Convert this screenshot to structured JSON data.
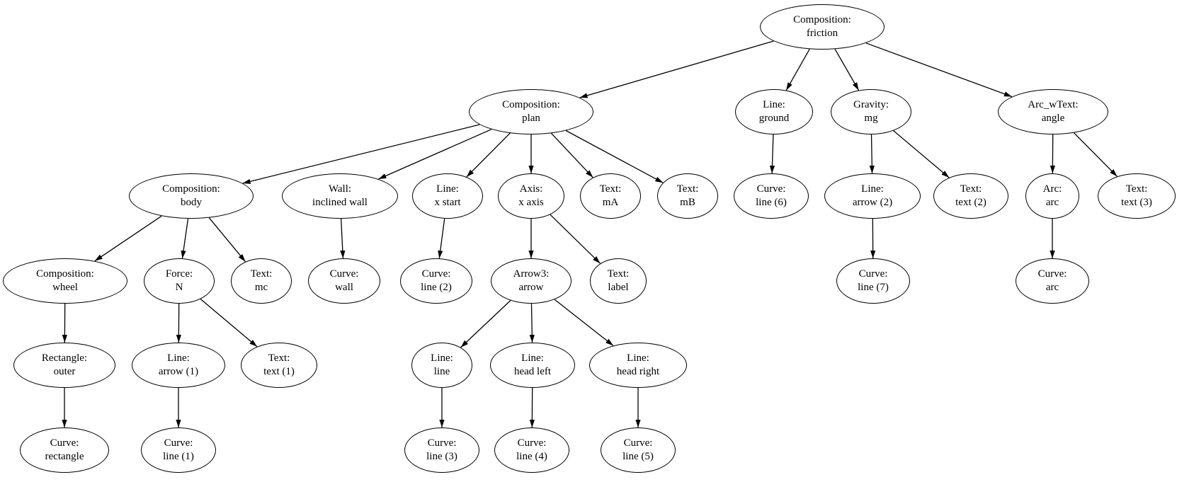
{
  "diagram": {
    "type": "tree-graph",
    "background_color": "#ffffff",
    "node_stroke_color": "#000000",
    "edge_color": "#000000",
    "text_color": "#000000",
    "nodes": {
      "composition_friction": {
        "line1": "Composition:",
        "line2": "friction"
      },
      "composition_plan": {
        "line1": "Composition:",
        "line2": "plan"
      },
      "line_ground": {
        "line1": "Line:",
        "line2": "ground"
      },
      "gravity_mg": {
        "line1": "Gravity:",
        "line2": "mg"
      },
      "arc_wtext_angle": {
        "line1": "Arc_wText:",
        "line2": "angle"
      },
      "composition_body": {
        "line1": "Composition:",
        "line2": "body"
      },
      "wall_inclined_wall": {
        "line1": "Wall:",
        "line2": "inclined wall"
      },
      "line_x_start": {
        "line1": "Line:",
        "line2": "x start"
      },
      "axis_x_axis": {
        "line1": "Axis:",
        "line2": "x axis"
      },
      "text_ma": {
        "line1": "Text:",
        "line2": "mA"
      },
      "text_mb": {
        "line1": "Text:",
        "line2": "mB"
      },
      "curve_line_6": {
        "line1": "Curve:",
        "line2": "line (6)"
      },
      "line_arrow_2": {
        "line1": "Line:",
        "line2": "arrow (2)"
      },
      "text_text_2": {
        "line1": "Text:",
        "line2": "text (2)"
      },
      "arc_arc": {
        "line1": "Arc:",
        "line2": "arc"
      },
      "text_text_3": {
        "line1": "Text:",
        "line2": "text (3)"
      },
      "composition_wheel": {
        "line1": "Composition:",
        "line2": "wheel"
      },
      "force_n": {
        "line1": "Force:",
        "line2": "N"
      },
      "text_mc": {
        "line1": "Text:",
        "line2": "mc"
      },
      "curve_wall": {
        "line1": "Curve:",
        "line2": "wall"
      },
      "curve_line_2": {
        "line1": "Curve:",
        "line2": "line (2)"
      },
      "arrow3_arrow": {
        "line1": "Arrow3:",
        "line2": "arrow"
      },
      "text_label": {
        "line1": "Text:",
        "line2": "label"
      },
      "curve_line_7": {
        "line1": "Curve:",
        "line2": "line (7)"
      },
      "curve_arc": {
        "line1": "Curve:",
        "line2": "arc"
      },
      "rectangle_outer": {
        "line1": "Rectangle:",
        "line2": "outer"
      },
      "line_arrow_1": {
        "line1": "Line:",
        "line2": "arrow (1)"
      },
      "text_text_1": {
        "line1": "Text:",
        "line2": "text (1)"
      },
      "line_line": {
        "line1": "Line:",
        "line2": "line"
      },
      "line_head_left": {
        "line1": "Line:",
        "line2": "head left"
      },
      "line_head_right": {
        "line1": "Line:",
        "line2": "head right"
      },
      "curve_rectangle": {
        "line1": "Curve:",
        "line2": "rectangle"
      },
      "curve_line_1": {
        "line1": "Curve:",
        "line2": "line (1)"
      },
      "curve_line_3": {
        "line1": "Curve:",
        "line2": "line (3)"
      },
      "curve_line_4": {
        "line1": "Curve:",
        "line2": "line (4)"
      },
      "curve_line_5": {
        "line1": "Curve:",
        "line2": "line (5)"
      }
    },
    "edges": [
      [
        "composition_friction",
        "composition_plan"
      ],
      [
        "composition_friction",
        "line_ground"
      ],
      [
        "composition_friction",
        "gravity_mg"
      ],
      [
        "composition_friction",
        "arc_wtext_angle"
      ],
      [
        "composition_plan",
        "composition_body"
      ],
      [
        "composition_plan",
        "wall_inclined_wall"
      ],
      [
        "composition_plan",
        "line_x_start"
      ],
      [
        "composition_plan",
        "axis_x_axis"
      ],
      [
        "composition_plan",
        "text_ma"
      ],
      [
        "composition_plan",
        "text_mb"
      ],
      [
        "composition_body",
        "composition_wheel"
      ],
      [
        "composition_body",
        "force_n"
      ],
      [
        "composition_body",
        "text_mc"
      ],
      [
        "composition_wheel",
        "rectangle_outer"
      ],
      [
        "rectangle_outer",
        "curve_rectangle"
      ],
      [
        "force_n",
        "line_arrow_1"
      ],
      [
        "force_n",
        "text_text_1"
      ],
      [
        "line_arrow_1",
        "curve_line_1"
      ],
      [
        "wall_inclined_wall",
        "curve_wall"
      ],
      [
        "line_x_start",
        "curve_line_2"
      ],
      [
        "axis_x_axis",
        "arrow3_arrow"
      ],
      [
        "axis_x_axis",
        "text_label"
      ],
      [
        "arrow3_arrow",
        "line_line"
      ],
      [
        "arrow3_arrow",
        "line_head_left"
      ],
      [
        "arrow3_arrow",
        "line_head_right"
      ],
      [
        "line_line",
        "curve_line_3"
      ],
      [
        "line_head_left",
        "curve_line_4"
      ],
      [
        "line_head_right",
        "curve_line_5"
      ],
      [
        "line_ground",
        "curve_line_6"
      ],
      [
        "gravity_mg",
        "line_arrow_2"
      ],
      [
        "gravity_mg",
        "text_text_2"
      ],
      [
        "line_arrow_2",
        "curve_line_7"
      ],
      [
        "arc_wtext_angle",
        "arc_arc"
      ],
      [
        "arc_wtext_angle",
        "text_text_3"
      ],
      [
        "arc_arc",
        "curve_arc"
      ]
    ]
  }
}
